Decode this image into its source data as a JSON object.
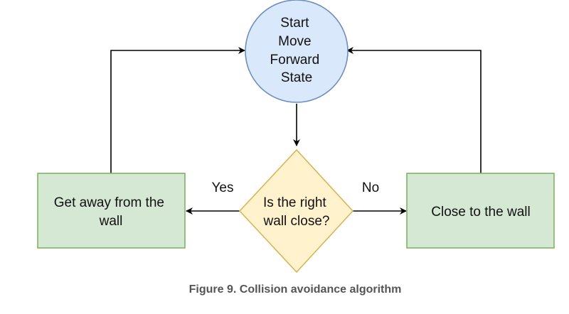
{
  "diagram": {
    "start_node": {
      "lines": [
        "Start",
        "Move",
        "Forward",
        "State"
      ],
      "fill": "#dae8fc",
      "stroke": "#6c8ebf"
    },
    "decision_node": {
      "lines": [
        "Is the right",
        "wall close?"
      ],
      "fill": "#fff2cc",
      "stroke": "#d6b656"
    },
    "left_node": {
      "lines": [
        "Get away from the",
        "wall"
      ],
      "fill": "#d5e8d4",
      "stroke": "#82b366"
    },
    "right_node": {
      "lines": [
        "Close to the wall"
      ],
      "fill": "#d5e8d4",
      "stroke": "#82b366"
    },
    "edge_labels": {
      "yes": "Yes",
      "no": "No"
    },
    "edge_color": "#000000"
  },
  "caption": "Figure 9. Collision avoidance algorithm"
}
